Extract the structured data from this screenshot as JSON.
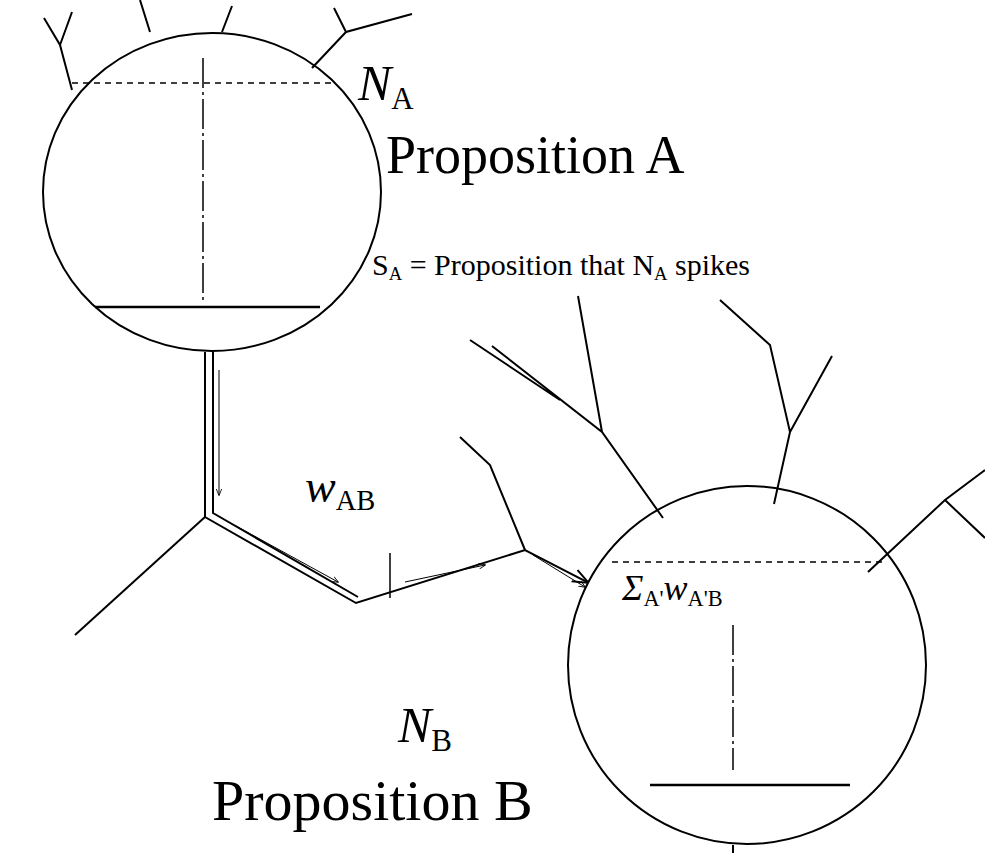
{
  "diagram": {
    "nodes": [
      {
        "text": [
          "NA",
          "Proposition A"
        ]
      },
      {
        "text": [
          "ΣA'wA'B",
          "NB",
          "Proposition B"
        ]
      }
    ],
    "edges": [
      {
        "from": 0,
        "to": 1,
        "arrow": "to",
        "label": "wAB"
      }
    ],
    "labels": [
      "SA = Proposition that NA spikes"
    ]
  }
}
